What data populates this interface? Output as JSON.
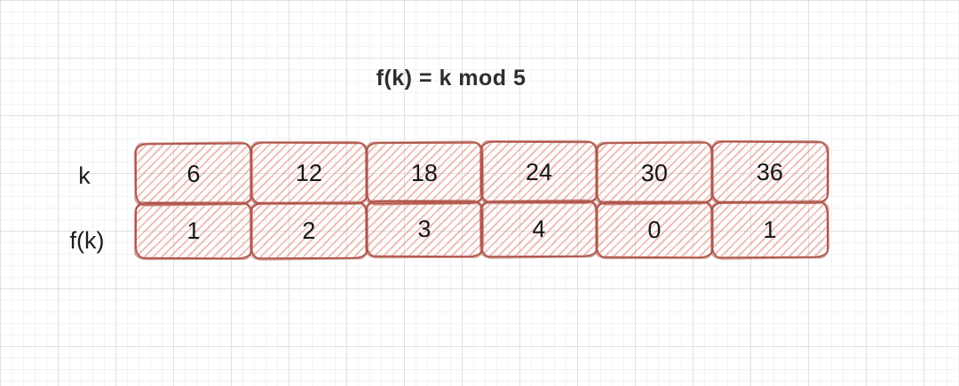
{
  "title": "f(k) = k mod 5",
  "table": {
    "rows": [
      {
        "label": "k",
        "values": [
          "6",
          "12",
          "18",
          "24",
          "30",
          "36"
        ]
      },
      {
        "label": "f(k)",
        "values": [
          "1",
          "2",
          "3",
          "4",
          "0",
          "1"
        ]
      }
    ]
  },
  "chart_data": {
    "type": "table",
    "title": "f(k) = k mod 5",
    "series": [
      {
        "name": "k",
        "values": [
          6,
          12,
          18,
          24,
          30,
          36
        ]
      },
      {
        "name": "f(k)",
        "values": [
          1,
          2,
          3,
          4,
          0,
          1
        ]
      }
    ]
  },
  "colors": {
    "shape_stroke": "#b3594e",
    "shape_hatch_fill": "#eeb0a6",
    "text": "#161616",
    "title_text": "#2e2e2e",
    "grid_minor": "#f3f3f3",
    "grid_major": "#e1e1e1",
    "background": "#ffffff"
  }
}
